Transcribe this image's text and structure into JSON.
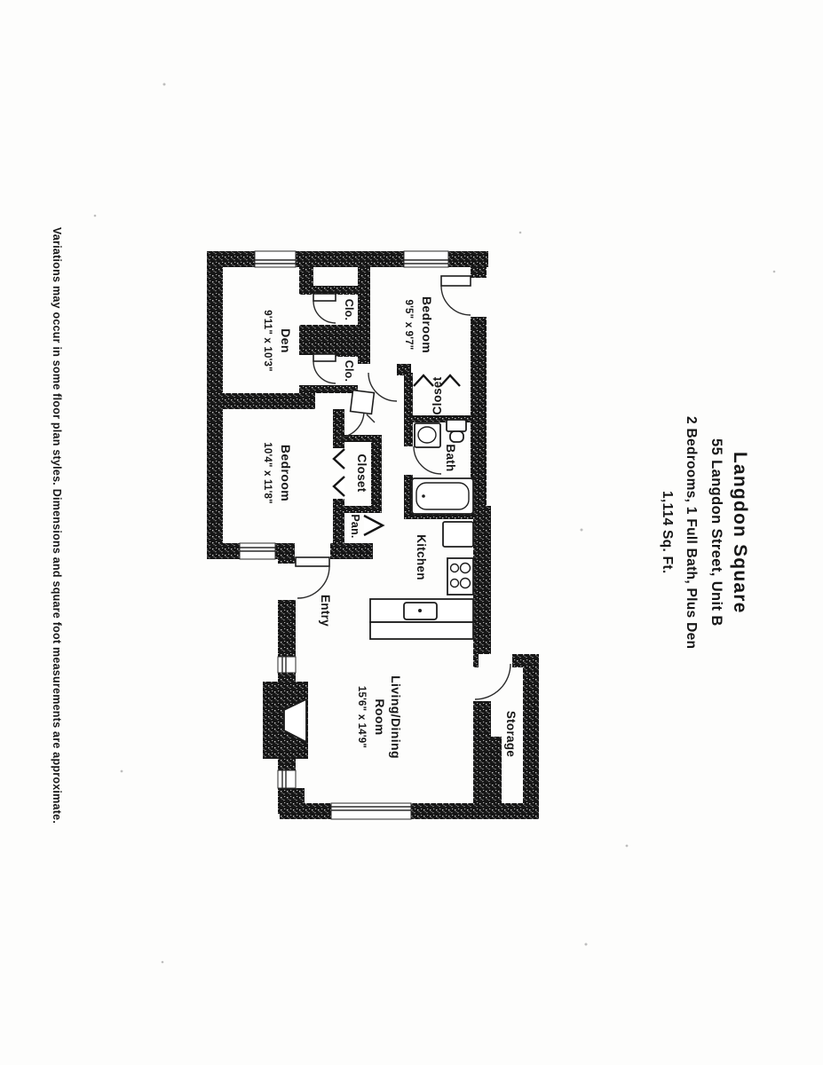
{
  "disclaimer": "Variations may occur in some floor plan styles. Dimensions and square foot measurements are approximate.",
  "title_block": {
    "name": "Langdon Square",
    "address": "55 Langdon Street, Unit B",
    "features": "2 Bedrooms, 1 Full Bath, Plus Den",
    "area": "1,114 Sq. Ft."
  },
  "floor_plan": {
    "labels": {
      "den_name": "Den",
      "den_dims": "9'11\" x 10'3\"",
      "bedroom1_name": "Bedroom",
      "bedroom1_dims": "9'5\" x 9'7\"",
      "bedroom2_name": "Bedroom",
      "bedroom2_dims": "10'4\" x 11'8\"",
      "living_line1": "Living/Dining",
      "living_line2": "Room",
      "living_dims": "15'6\" x 14'9\"",
      "kitchen": "Kitchen",
      "entry": "Entry",
      "bath": "Bath",
      "storage": "Storage",
      "closet_bedroom1": "Closet",
      "closet_bedroom2": "Closet",
      "pantry": "Pan.",
      "clo_top": "Clo.",
      "clo_bottom": "Clo."
    }
  }
}
